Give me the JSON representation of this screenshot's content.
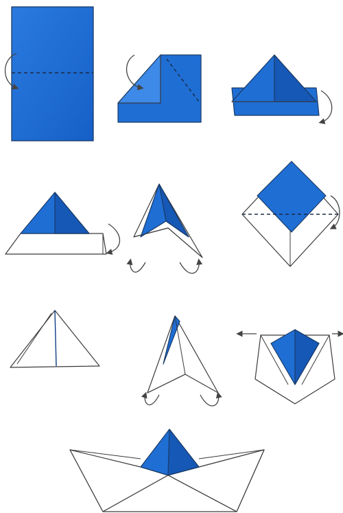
{
  "diagram": {
    "colors": {
      "paper_front": "#1f6ed4",
      "paper_back": "#ffffff",
      "outline": "#1a3a66",
      "arrow": "#444444"
    },
    "steps": [
      {
        "id": 1,
        "icon": "rectangle-sheet-with-horizontal-fold"
      },
      {
        "id": 2,
        "icon": "sheet-corner-fold-down"
      },
      {
        "id": 3,
        "icon": "triangle-with-brim-fold-up"
      },
      {
        "id": 4,
        "icon": "triangle-with-white-brim-fold-back"
      },
      {
        "id": 5,
        "icon": "hat-open-outward"
      },
      {
        "id": 6,
        "icon": "diamond-fold-up"
      },
      {
        "id": 7,
        "icon": "small-triangle"
      },
      {
        "id": 8,
        "icon": "tall-triangle-open-outward"
      },
      {
        "id": 9,
        "icon": "pull-sides-apart"
      },
      {
        "id": 10,
        "icon": "finished-paper-boat"
      }
    ]
  }
}
